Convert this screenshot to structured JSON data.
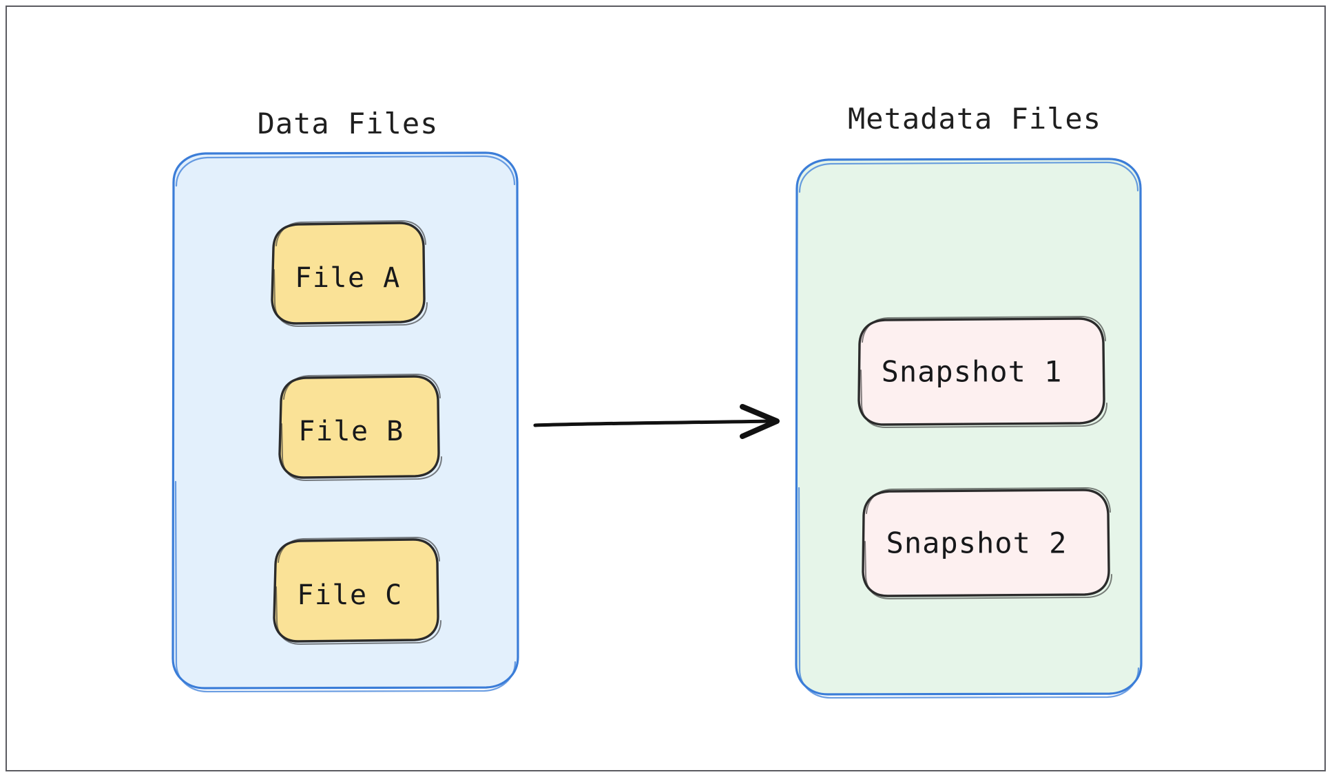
{
  "diagram": {
    "type": "flow-diagram",
    "background": "#ffffff",
    "frame_color": "#5a5a60",
    "groups": [
      {
        "id": "data-files",
        "title": "Data Files",
        "fill": "#E3F0FC",
        "stroke": "#3b7dd8",
        "nodes": [
          {
            "id": "file-a",
            "label": "File A",
            "fill": "#FAE297",
            "stroke": "#2b2b2b"
          },
          {
            "id": "file-b",
            "label": "File B",
            "fill": "#FAE297",
            "stroke": "#2b2b2b"
          },
          {
            "id": "file-c",
            "label": "File C",
            "fill": "#FAE297",
            "stroke": "#2b2b2b"
          }
        ]
      },
      {
        "id": "metadata-files",
        "title": "Metadata Files",
        "fill": "#E6F5E9",
        "stroke": "#3b7dd8",
        "nodes": [
          {
            "id": "snapshot-1",
            "label": "Snapshot 1",
            "fill": "#FDF0F0",
            "stroke": "#2b2b2b"
          },
          {
            "id": "snapshot-2",
            "label": "Snapshot 2",
            "fill": "#FDF0F0",
            "stroke": "#2b2b2b"
          }
        ]
      }
    ],
    "connector": {
      "id": "data-to-metadata-arrow",
      "from": "data-files",
      "to": "metadata-files",
      "label": "",
      "color": "#111111",
      "direction": "right"
    }
  }
}
